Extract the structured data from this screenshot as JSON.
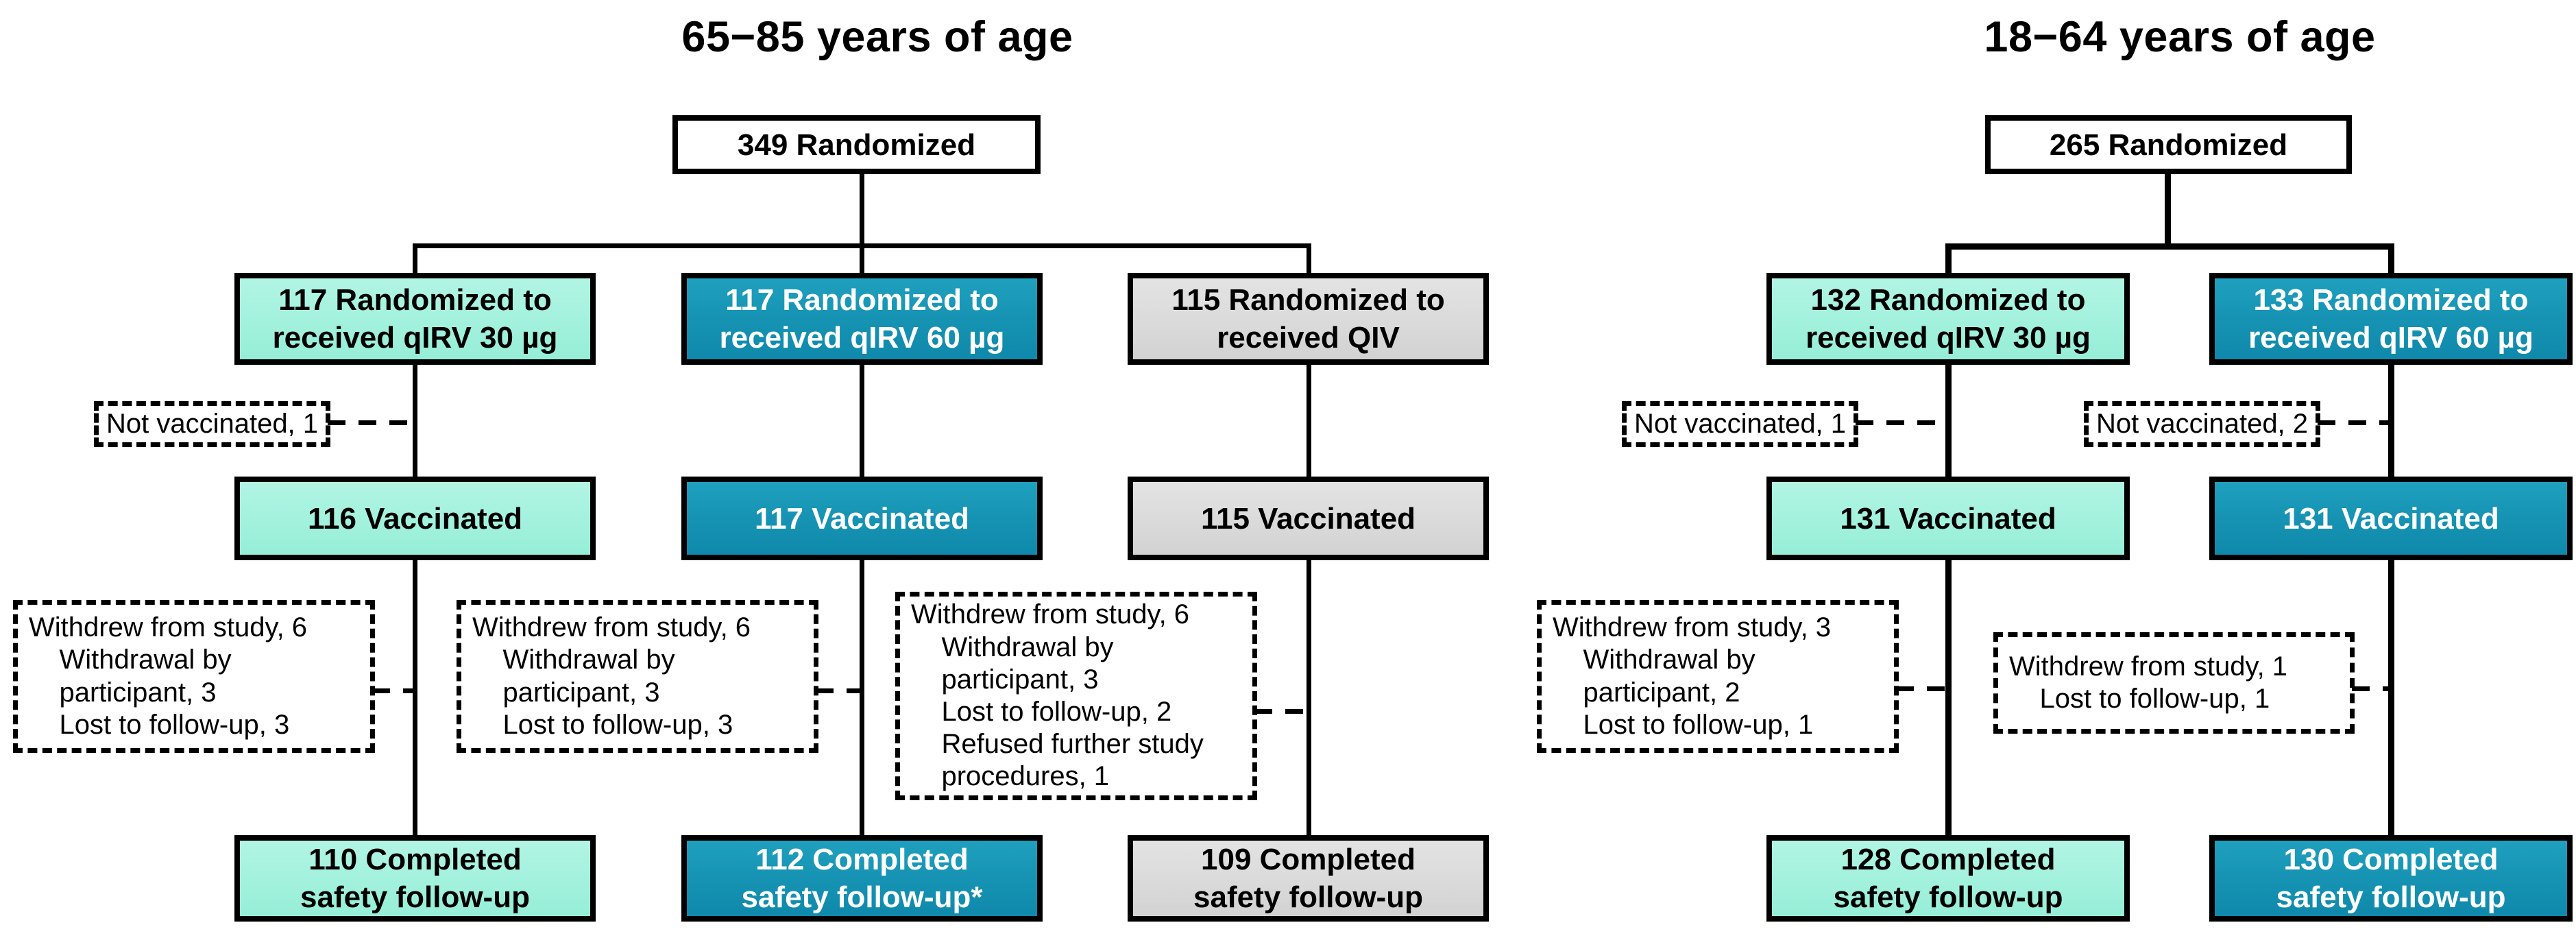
{
  "colors": {
    "mint": "#A5F2DF",
    "teal": "#1794B4",
    "gray": "#DCDCDC",
    "line": "#000000"
  },
  "panels": [
    {
      "title": "65−85 years of age",
      "randomized": "349 Randomized",
      "columns": [
        {
          "variant": "mint",
          "randomized_to": "117 Randomized to\nreceived qIRV 30 µg",
          "not_vaccinated": "Not vaccinated, 1",
          "vaccinated": "116 Vaccinated",
          "withdrew": "Withdrew from study, 6\n    Withdrawal by\n    participant, 3\n    Lost to follow-up, 3",
          "completed": "110 Completed\nsafety follow-up"
        },
        {
          "variant": "teal",
          "randomized_to": "117 Randomized to\nreceived qIRV 60 µg",
          "vaccinated": "117 Vaccinated",
          "withdrew": "Withdrew from study, 6\n    Withdrawal by\n    participant, 3\n    Lost to follow-up, 3",
          "completed": "112 Completed\nsafety follow-up*"
        },
        {
          "variant": "gray",
          "randomized_to": "115 Randomized to\nreceived QIV",
          "vaccinated": "115 Vaccinated",
          "withdrew": "Withdrew from study, 6\n    Withdrawal by\n    participant, 3\n    Lost to follow-up, 2\n    Refused further study\n    procedures, 1",
          "completed": "109 Completed\nsafety follow-up"
        }
      ]
    },
    {
      "title": "18−64 years of age",
      "randomized": "265 Randomized",
      "columns": [
        {
          "variant": "mint",
          "randomized_to": "132 Randomized to\nreceived qIRV 30 µg",
          "not_vaccinated": "Not vaccinated, 1",
          "vaccinated": "131 Vaccinated",
          "withdrew": "Withdrew from study, 3\n    Withdrawal by\n    participant, 2\n    Lost to follow-up, 1",
          "completed": "128 Completed\nsafety follow-up"
        },
        {
          "variant": "teal",
          "randomized_to": "133 Randomized to\nreceived qIRV 60 µg",
          "not_vaccinated": "Not vaccinated, 2",
          "vaccinated": "131 Vaccinated",
          "withdrew": "Withdrew from study, 1\n    Lost to follow-up, 1",
          "completed": "130 Completed\nsafety follow-up"
        }
      ]
    }
  ]
}
